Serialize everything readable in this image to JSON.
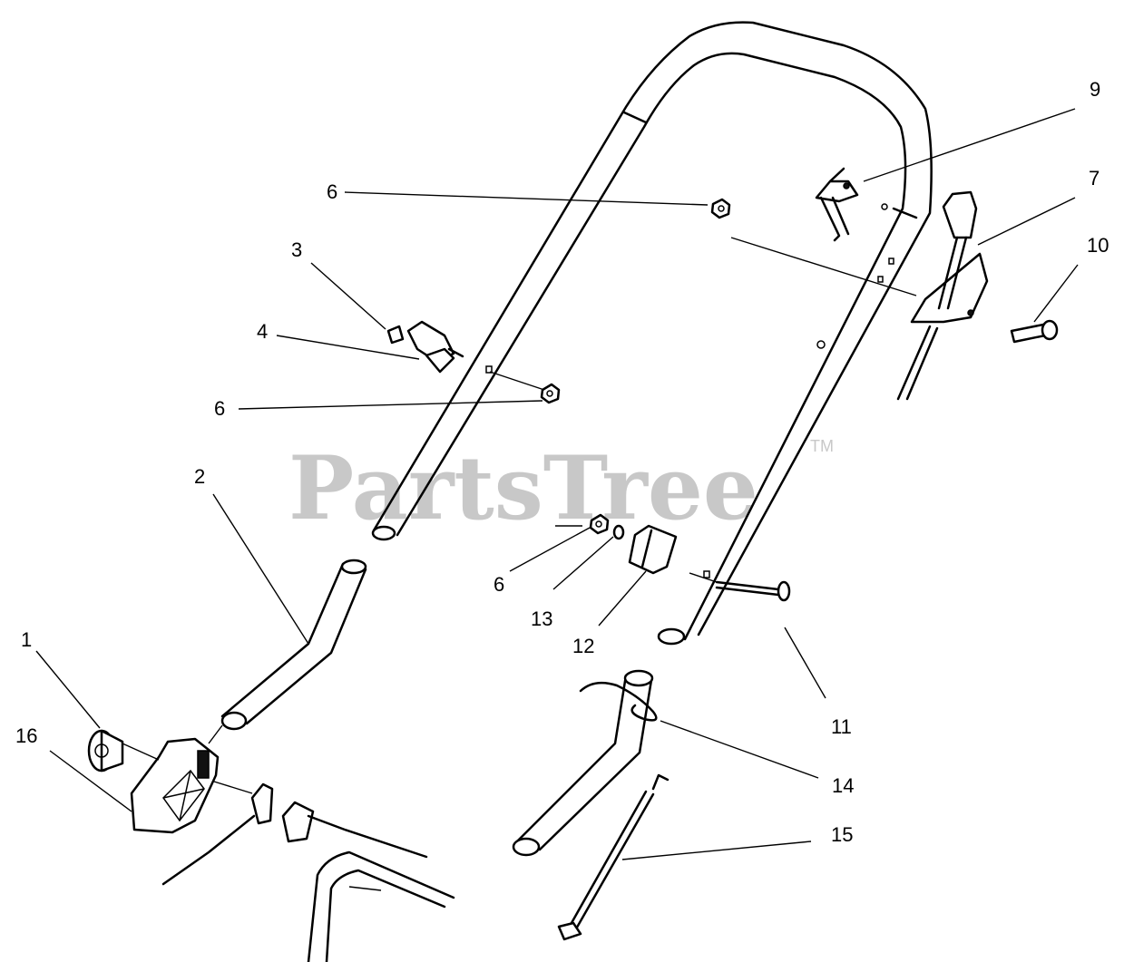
{
  "watermark": {
    "brand": "PartsTree",
    "trademark": "TM"
  },
  "callouts": [
    {
      "id": "c1",
      "label": "1"
    },
    {
      "id": "c2",
      "label": "2"
    },
    {
      "id": "c3",
      "label": "3"
    },
    {
      "id": "c4",
      "label": "4"
    },
    {
      "id": "c6a",
      "label": "6"
    },
    {
      "id": "c6b",
      "label": "6"
    },
    {
      "id": "c6c",
      "label": "6"
    },
    {
      "id": "c7",
      "label": "7"
    },
    {
      "id": "c9",
      "label": "9"
    },
    {
      "id": "c10",
      "label": "10"
    },
    {
      "id": "c11",
      "label": "11"
    },
    {
      "id": "c12",
      "label": "12"
    },
    {
      "id": "c13",
      "label": "13"
    },
    {
      "id": "c14",
      "label": "14"
    },
    {
      "id": "c15",
      "label": "15"
    },
    {
      "id": "c16",
      "label": "16"
    }
  ]
}
